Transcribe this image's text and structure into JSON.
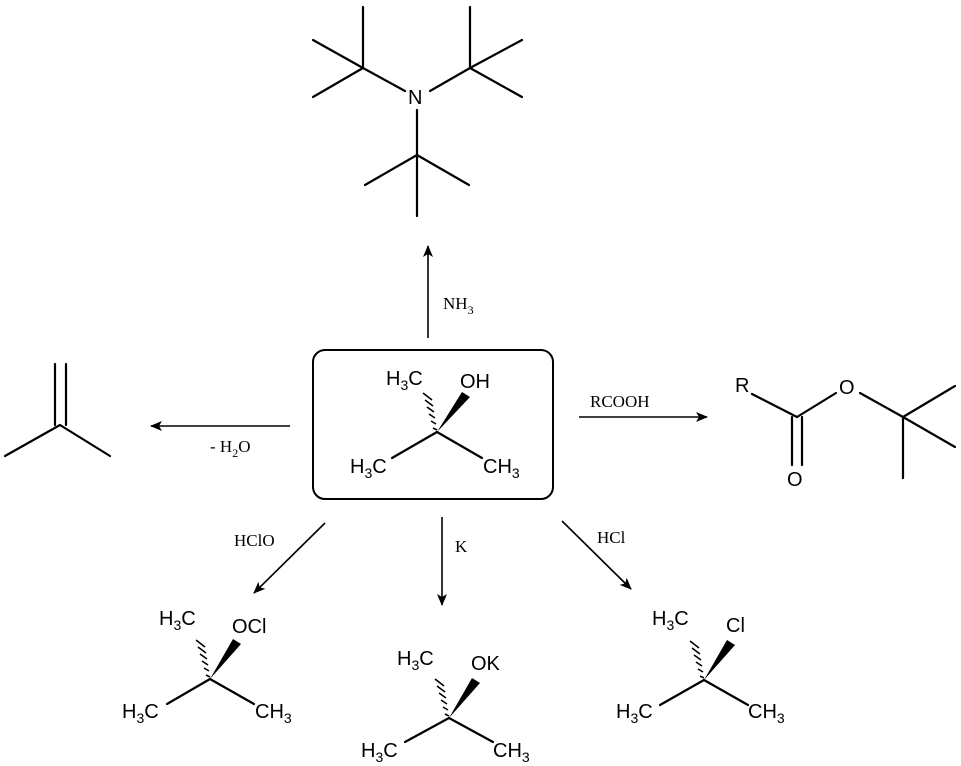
{
  "center": {
    "ch3_top": "H",
    "ch3_left": "H",
    "ch3_right": "CH",
    "oh": "OH"
  },
  "reagents": {
    "top": {
      "main": "NH",
      "sub": "3"
    },
    "left": {
      "prefix": "- H",
      "sub": "2",
      "suffix": "O"
    },
    "right": "RCOOH",
    "bottom_left": "HClO",
    "bottom_center": "K",
    "bottom_right": "HCl"
  },
  "products": {
    "amine": {
      "n": "N"
    },
    "ester": {
      "r": "R",
      "o_ring": "O",
      "o_carbonyl": "O"
    },
    "hypochlorite": {
      "group": "OCl"
    },
    "alkoxide": {
      "group": "OK"
    },
    "chloride": {
      "group": "Cl"
    }
  },
  "atoms": {
    "c": "C",
    "h": "H",
    "three": "3"
  }
}
